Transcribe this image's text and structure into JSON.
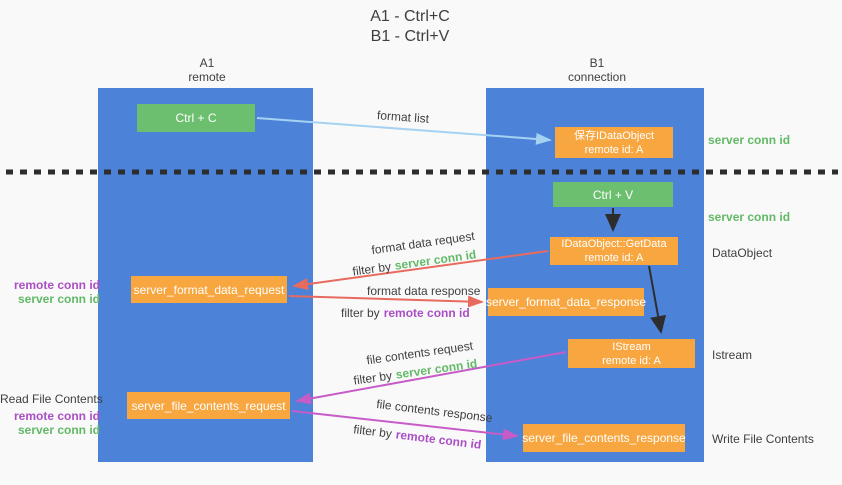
{
  "title": {
    "line1": "A1 - Ctrl+C",
    "line2": "B1 - Ctrl+V"
  },
  "columns": {
    "left": {
      "title": "A1",
      "subtitle": "remote"
    },
    "right": {
      "title": "B1",
      "subtitle": "connection"
    }
  },
  "boxes": {
    "ctrl_c": {
      "label": "Ctrl + C"
    },
    "ctrl_v": {
      "label": "Ctrl + V"
    },
    "save_dataobject": {
      "line1": "保存IDataObject",
      "line2": "remote id: A"
    },
    "getdata": {
      "line1": "IDataObject::GetData",
      "line2": "remote id: A"
    },
    "istream": {
      "line1": "IStream",
      "line2": "remote id: A"
    },
    "format_request": {
      "label": "server_format_data_request"
    },
    "format_response": {
      "label": "server_format_data_response"
    },
    "file_request": {
      "label": "server_file_contents_request"
    },
    "file_response": {
      "label": "server_file_contents_response"
    }
  },
  "arrow_labels": {
    "format_list": "format list",
    "format_data_request": "format data request",
    "format_data_response": "format data response",
    "file_contents_request": "file contents request",
    "file_contents_response": "file contents response",
    "filter_by": "filter by"
  },
  "conn_labels": {
    "server": "server conn id",
    "remote": "remote conn id"
  },
  "side_labels": {
    "dataobject": "DataObject",
    "istream": "Istream",
    "read_file_contents": "Read File Contents",
    "write_file_contents": "Write File Contents"
  },
  "colors": {
    "column_blue": "#4c82d8",
    "box_green": "#6cbf6e",
    "box_orange": "#f7a640",
    "arrow_red": "#e96a5e",
    "arrow_magenta": "#c75bc7",
    "arrow_blue": "#a6d2f2",
    "arrow_black": "#2d2d2d",
    "text_green": "#62b966",
    "text_purple": "#ab4ec4"
  }
}
